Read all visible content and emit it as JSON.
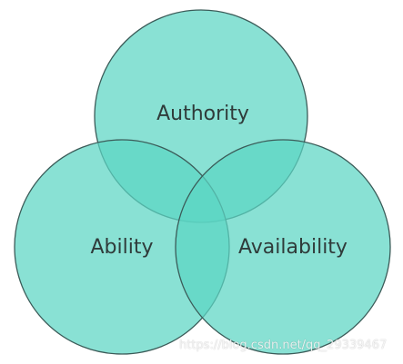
{
  "diagram": {
    "type": "venn",
    "fill_color": "#5cd6c4",
    "stroke_color": "#3b5b58",
    "labels": {
      "top": "Authority",
      "left": "Ability",
      "right": "Availability"
    }
  },
  "watermark": "https://blog.csdn.net/qq_29339467"
}
